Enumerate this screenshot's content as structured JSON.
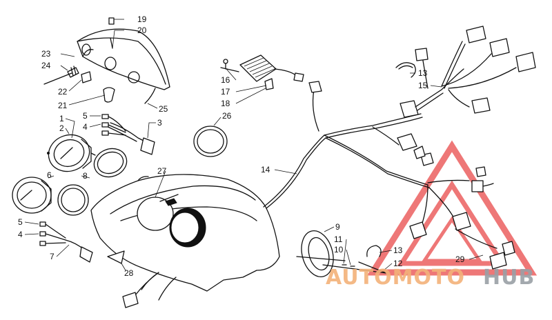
{
  "callouts": {
    "c1": "1",
    "c2": "2",
    "c3": "3",
    "c4a": "4",
    "c4b": "4",
    "c5a": "5",
    "c5b": "5",
    "c6": "6",
    "c7": "7",
    "c8": "8",
    "c9": "9",
    "c10": "10",
    "c11": "11",
    "c12": "12",
    "c13a": "13",
    "c13b": "13",
    "c14": "14",
    "c15": "15",
    "c16": "16",
    "c17": "17",
    "c18": "18",
    "c19": "19",
    "c20": "20",
    "c21": "21",
    "c22": "22",
    "c23": "23",
    "c24": "24",
    "c25": "25",
    "c26": "26",
    "c27": "27",
    "c28": "28",
    "c29": "29"
  },
  "watermark": {
    "part1": "AUTOMOTO",
    "part2": "HUB",
    "color_primary": "#f3b27a",
    "color_secondary": "#9aa0a6",
    "triangle_color": "#e94a4a"
  }
}
